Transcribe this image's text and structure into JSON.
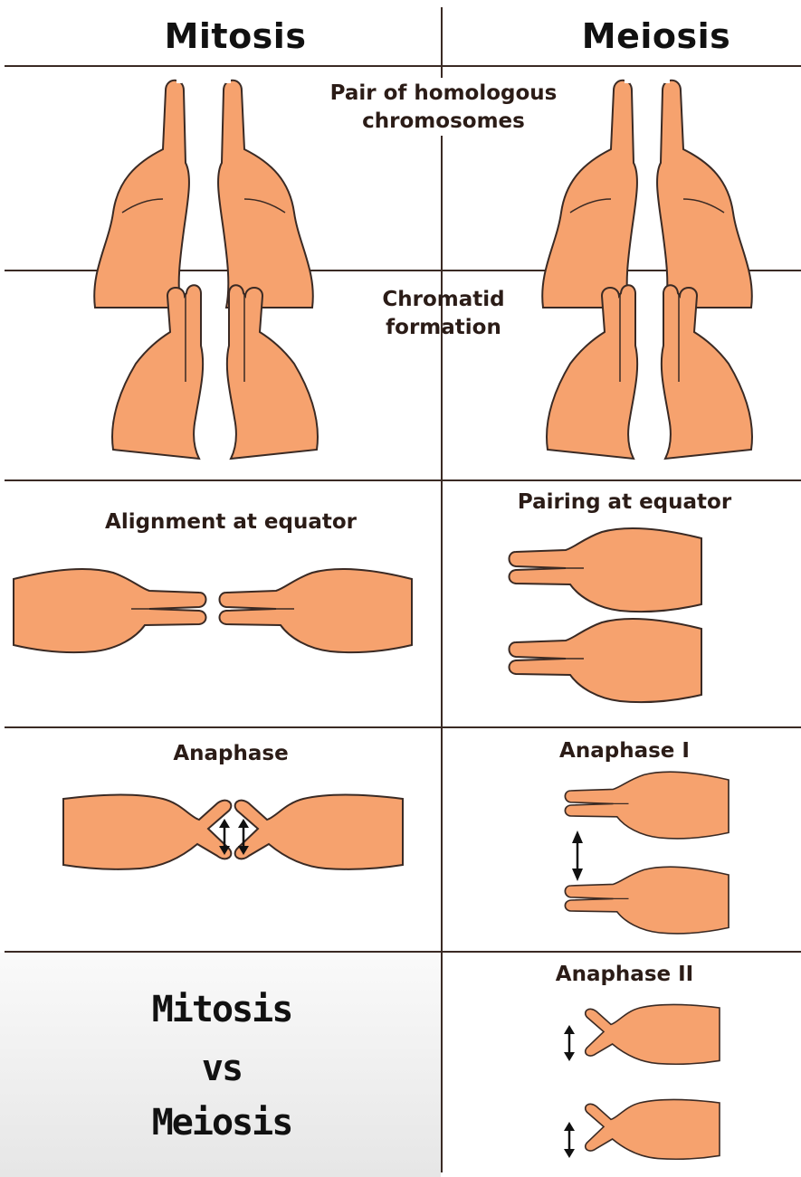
{
  "headers": {
    "mitosis": "Mitosis",
    "meiosis": "Meiosis"
  },
  "labels": {
    "row1": [
      "Pair of homologous",
      "chromosomes"
    ],
    "row2": [
      "Chromatid",
      "formation"
    ],
    "row3_left": "Alignment at equator",
    "row3_right": "Pairing at equator",
    "row4_left": "Anaphase",
    "row4_right": "Anaphase I",
    "row5_right": "Anaphase II"
  },
  "title": {
    "line1": "Mitosis",
    "line2": "vs",
    "line3": "Meiosis"
  },
  "colors": {
    "skin": "#f6a26e",
    "skin_dark": "#e8895a",
    "outline": "#3a2a24",
    "line": "#3a2a24"
  },
  "icons": [
    "hand-one-finger",
    "hand-two-fingers",
    "double-arrow"
  ]
}
